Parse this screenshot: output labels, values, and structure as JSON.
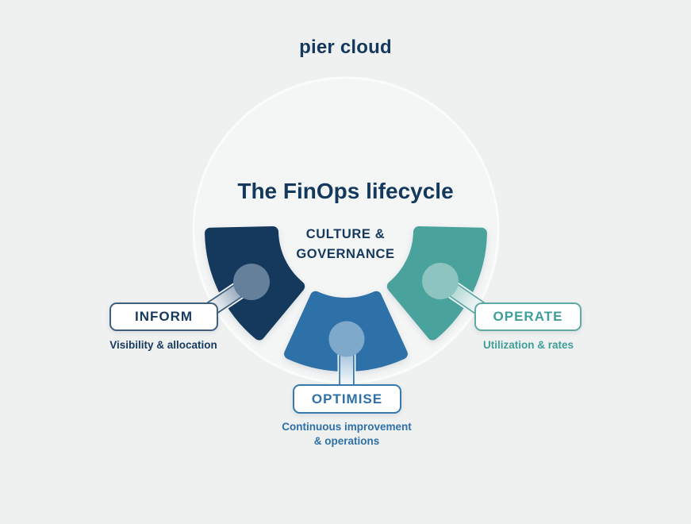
{
  "logo": {
    "text": "pier cloud"
  },
  "diagram": {
    "title": "The FinOps lifecycle",
    "center": {
      "line1": "CULTURE &",
      "line2": "GOVERNANCE"
    },
    "segments": [
      {
        "id": "inform",
        "label": "INFORM",
        "sublabel": "Visibility & allocation"
      },
      {
        "id": "optimise",
        "label": "OPTIMISE",
        "sublabel_line1": "Continuous improvement",
        "sublabel_line2": "& operations"
      },
      {
        "id": "operate",
        "label": "OPERATE",
        "sublabel": "Utilization & rates"
      }
    ]
  },
  "colors": {
    "page-bg": "#eff0f0",
    "circle-fill": "#f4f5f5",
    "circle-edge": "#fafbfb",
    "navy": "#14395c",
    "blue": "#2e71a8",
    "teal": "#4aa29c",
    "navy-dot": "#64809b",
    "blue-dot": "#7fa9cb",
    "teal-dot": "#8dc4c0",
    "inform-border": "#40607e",
    "optimise-border": "#3579ad",
    "operate-border": "#5fa9a4",
    "inform-text": "#16395e",
    "optimise-text": "#2e71a8",
    "operate-text": "#3f9e99",
    "title-text": "#14395c"
  }
}
